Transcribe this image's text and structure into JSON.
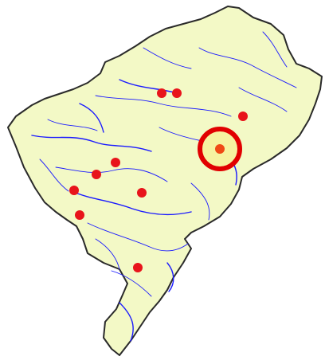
{
  "map": {
    "colors": {
      "land": "#f3f9c6",
      "border": "#2a2a2a",
      "rivers": "#1a1aff",
      "markers": "#e8141b",
      "highlight_ring": "#e10000",
      "highlight_fill": "#f6f3a0",
      "highlight_point": "#f04a14"
    },
    "markers": [
      {
        "id": "m1"
      },
      {
        "id": "m2"
      },
      {
        "id": "m3"
      },
      {
        "id": "m4"
      },
      {
        "id": "m5"
      },
      {
        "id": "m6"
      },
      {
        "id": "m7"
      },
      {
        "id": "m8"
      },
      {
        "id": "m9"
      },
      {
        "id": "m10"
      }
    ],
    "highlight": {
      "id": "selected-location"
    }
  }
}
